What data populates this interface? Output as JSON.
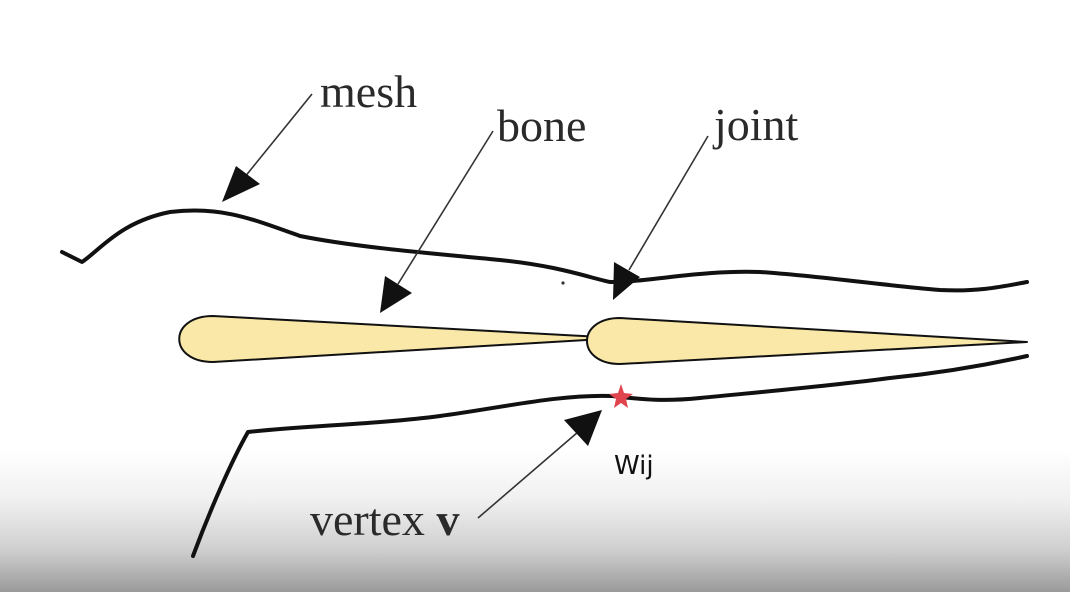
{
  "labels": {
    "mesh": "mesh",
    "bone": "bone",
    "joint": "joint",
    "vertex_prefix": "vertex ",
    "vertex_symbol": "v",
    "weight": "Wij"
  },
  "colors": {
    "bone_fill": "#f9e8a8",
    "vertex_marker": "#e0444c",
    "line": "#111111"
  },
  "icons": {
    "vertex_marker": "star-icon"
  }
}
